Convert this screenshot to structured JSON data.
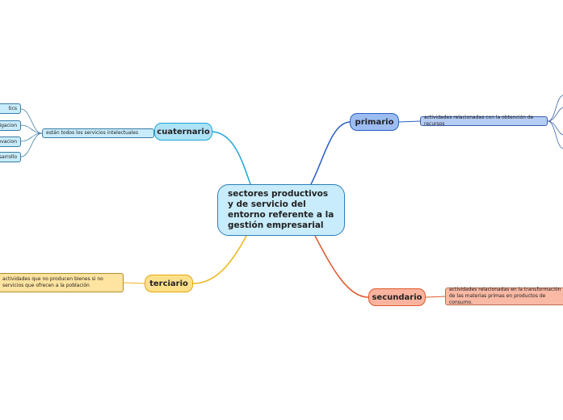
{
  "central": {
    "title": "sectores productivos y de servicio del entorno referente a la gestión empresarial"
  },
  "branches": {
    "cuaternario": {
      "label": "cuaternario",
      "description": "están todos los servicios intelectuales",
      "subitems": [
        "tics",
        "stigacion",
        "novacion",
        "esarrollo"
      ]
    },
    "primario": {
      "label": "primario",
      "description": "actividades relacionadas con la obtención de recursos"
    },
    "terciario": {
      "label": "terciario",
      "description": "actividades que no producen bienes si no servicios que ofrecen a la población"
    },
    "secundario": {
      "label": "secundario",
      "description": "actividades relacionadas en la transformación de las materias primas en productos de consumo."
    }
  },
  "colors": {
    "cuaternario": "#1fa4d6",
    "primario": "#2b5fc4",
    "terciario": "#f0b41c",
    "secundario": "#e0582b"
  }
}
